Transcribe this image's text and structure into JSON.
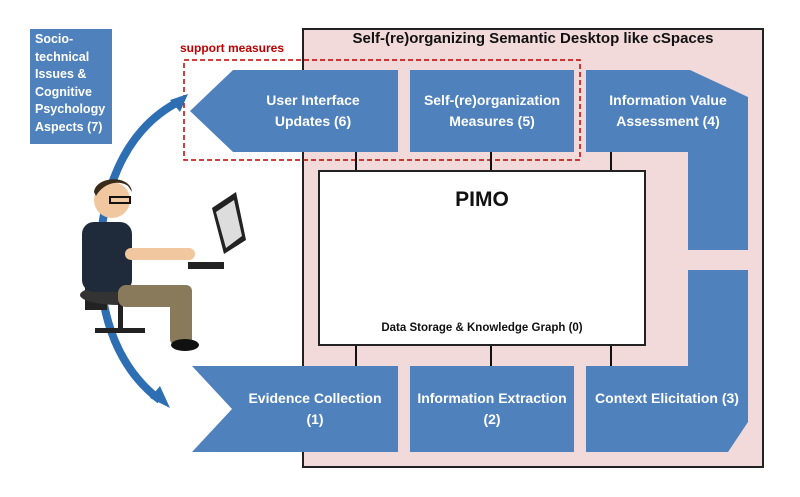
{
  "diagram": {
    "outer_title": "Self-(re)organizing Semantic Desktop like cSpaces",
    "side_box": "Socio-technical Issues & Cognitive Psychology Aspects (7)",
    "support_label": "support measures",
    "pimo": {
      "title": "PIMO",
      "caption": "Data Storage & Knowledge Graph (0)"
    },
    "top_boxes": {
      "ui_updates": "User Interface Updates (6)",
      "self_org": "Self-(re)organization Measures (5)",
      "info_value": "Information Value Assessment (4)"
    },
    "bottom_boxes": {
      "evidence": "Evidence Collection (1)",
      "extraction": "Information Extraction (2)",
      "context": "Context Elicitation (3)"
    }
  },
  "colors": {
    "box_blue": "#4f81bd",
    "frame_fill": "#f2dada",
    "dashed_red": "#c00000",
    "arrow_blue": "#2e6fb3"
  }
}
